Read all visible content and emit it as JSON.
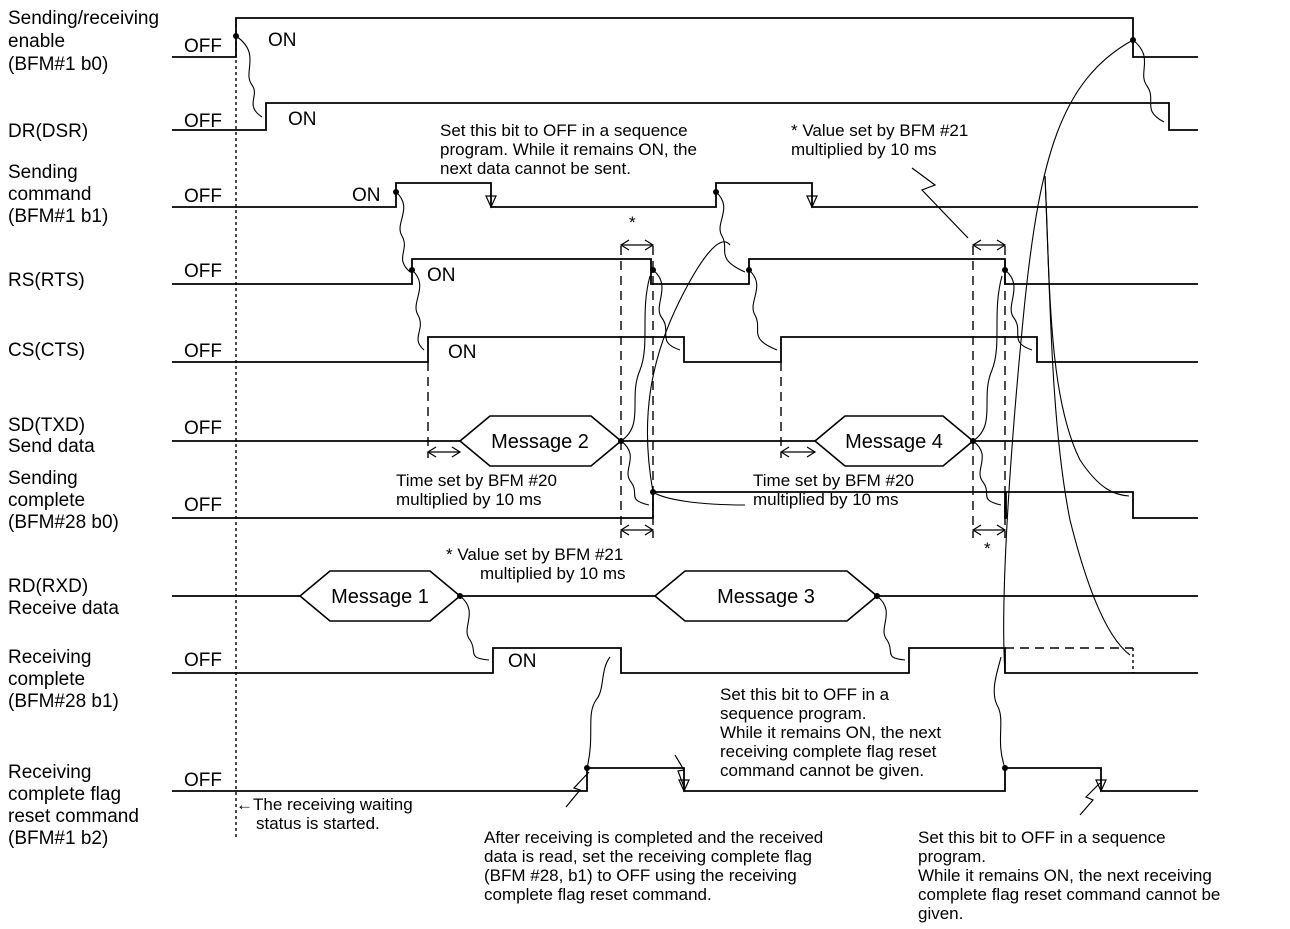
{
  "signals": [
    {
      "id": "send_enable",
      "label_lines": [
        "Sending/receiving",
        "enable",
        "(BFM#1 b0)"
      ],
      "off": "OFF",
      "on": "ON"
    },
    {
      "id": "dr",
      "label_lines": [
        "DR(DSR)"
      ],
      "off": "OFF",
      "on": "ON"
    },
    {
      "id": "send_cmd",
      "label_lines": [
        "Sending",
        "command",
        "(BFM#1 b1)"
      ],
      "off": "OFF",
      "on": "ON"
    },
    {
      "id": "rs",
      "label_lines": [
        "RS(RTS)"
      ],
      "off": "OFF",
      "on": "ON"
    },
    {
      "id": "cs",
      "label_lines": [
        "CS(CTS)"
      ],
      "off": "OFF",
      "on": "ON"
    },
    {
      "id": "sd",
      "label_lines": [
        "SD(TXD)",
        "Send data"
      ],
      "off": "OFF"
    },
    {
      "id": "send_complete",
      "label_lines": [
        "Sending",
        "complete",
        "(BFM#28 b0)"
      ],
      "off": "OFF"
    },
    {
      "id": "rd",
      "label_lines": [
        "RD(RXD)",
        "Receive data"
      ]
    },
    {
      "id": "recv_complete",
      "label_lines": [
        "Receiving",
        "complete",
        "(BFM#28 b1)"
      ],
      "off": "OFF",
      "on": "ON"
    },
    {
      "id": "recv_reset",
      "label_lines": [
        "Receiving",
        "complete flag",
        "reset command",
        "(BFM#1 b2)"
      ],
      "off": "OFF"
    }
  ],
  "messages": {
    "m1": "Message 1",
    "m2": "Message 2",
    "m3": "Message 3",
    "m4": "Message 4"
  },
  "notes": {
    "send_cmd_off": [
      "Set this bit to OFF in a sequence",
      "program.  While it remains ON, the",
      "next data cannot be sent."
    ],
    "bfm21_top": [
      "* Value set by BFM #21",
      "multiplied by 10 ms"
    ],
    "bfm20_a": [
      "Time set by BFM #20",
      "multiplied by 10 ms"
    ],
    "bfm20_b": [
      "Time set by BFM #20",
      "multiplied by 10 ms"
    ],
    "bfm21_mid": [
      "* Value set by BFM #21",
      "multiplied by 10 ms"
    ],
    "asterisk": "*",
    "recv_reset_off_1": [
      "Set this bit to OFF in a",
      "sequence program.",
      "While it remains ON, the next",
      "receiving complete flag reset",
      "command cannot be given."
    ],
    "recv_waiting": [
      "←The receiving waiting",
      "status is started."
    ],
    "after_receiving": [
      "After receiving is completed and the received",
      "data is read, set the receiving complete flag",
      "(BFM #28, b1) to OFF using the receiving",
      "complete flag reset command."
    ],
    "recv_reset_off_2": [
      "Set this bit to OFF in a sequence",
      "program.",
      "While it remains ON, the next receiving",
      "complete flag reset command cannot be",
      "given."
    ]
  }
}
